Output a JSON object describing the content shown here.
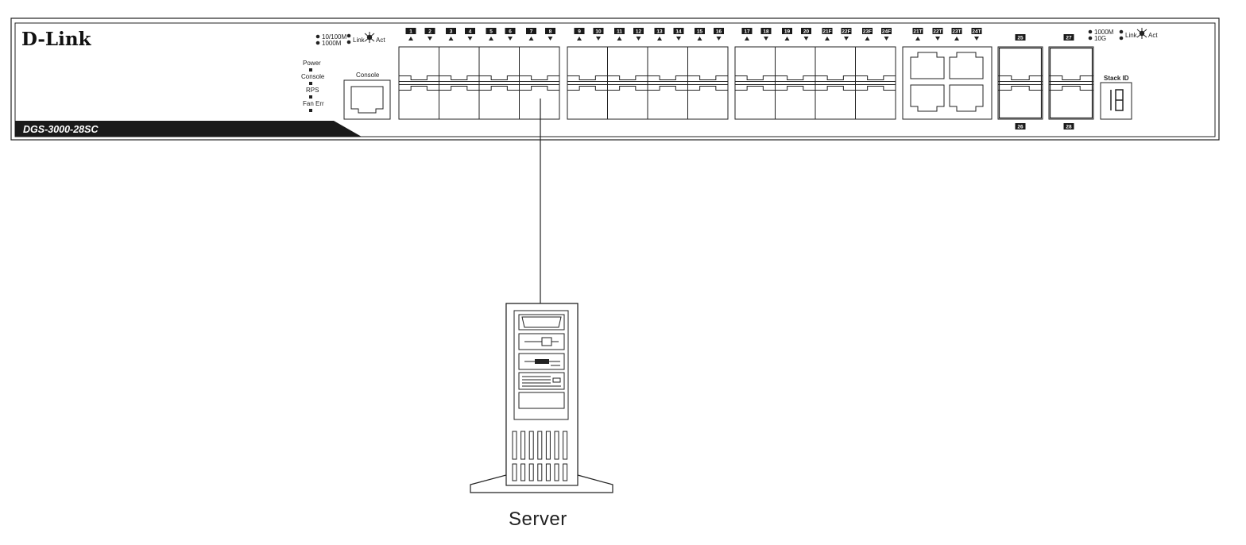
{
  "switch": {
    "brand": "D-Link",
    "model": "DGS-3000-28SC",
    "speed_legend_left": [
      "10/100M",
      "1000M"
    ],
    "speed_legend_right": [
      "1000M",
      "10G"
    ],
    "link_label": "Link",
    "act_label": "Act",
    "status_leds": [
      "Power",
      "Console",
      "RPS",
      "Fan Err"
    ],
    "console_label": "Console",
    "stack_id_label": "Stack ID",
    "sfp_ports": [
      "1",
      "2",
      "3",
      "4",
      "5",
      "6",
      "7",
      "8",
      "9",
      "10",
      "11",
      "12",
      "13",
      "14",
      "15",
      "16",
      "17",
      "18",
      "19",
      "20",
      "21F",
      "22F",
      "23F",
      "24F"
    ],
    "combo_rj45_ports": [
      "21T",
      "22T",
      "23T",
      "24T"
    ],
    "uplink_ports_top": [
      "25",
      "27"
    ],
    "uplink_ports_bottom": [
      "26",
      "28"
    ]
  },
  "connection": {
    "from_port": "8",
    "to": "server"
  },
  "server": {
    "label": "Server"
  },
  "colors": {
    "stroke": "#222222",
    "label_fill": "#222222",
    "background": "#ffffff"
  }
}
